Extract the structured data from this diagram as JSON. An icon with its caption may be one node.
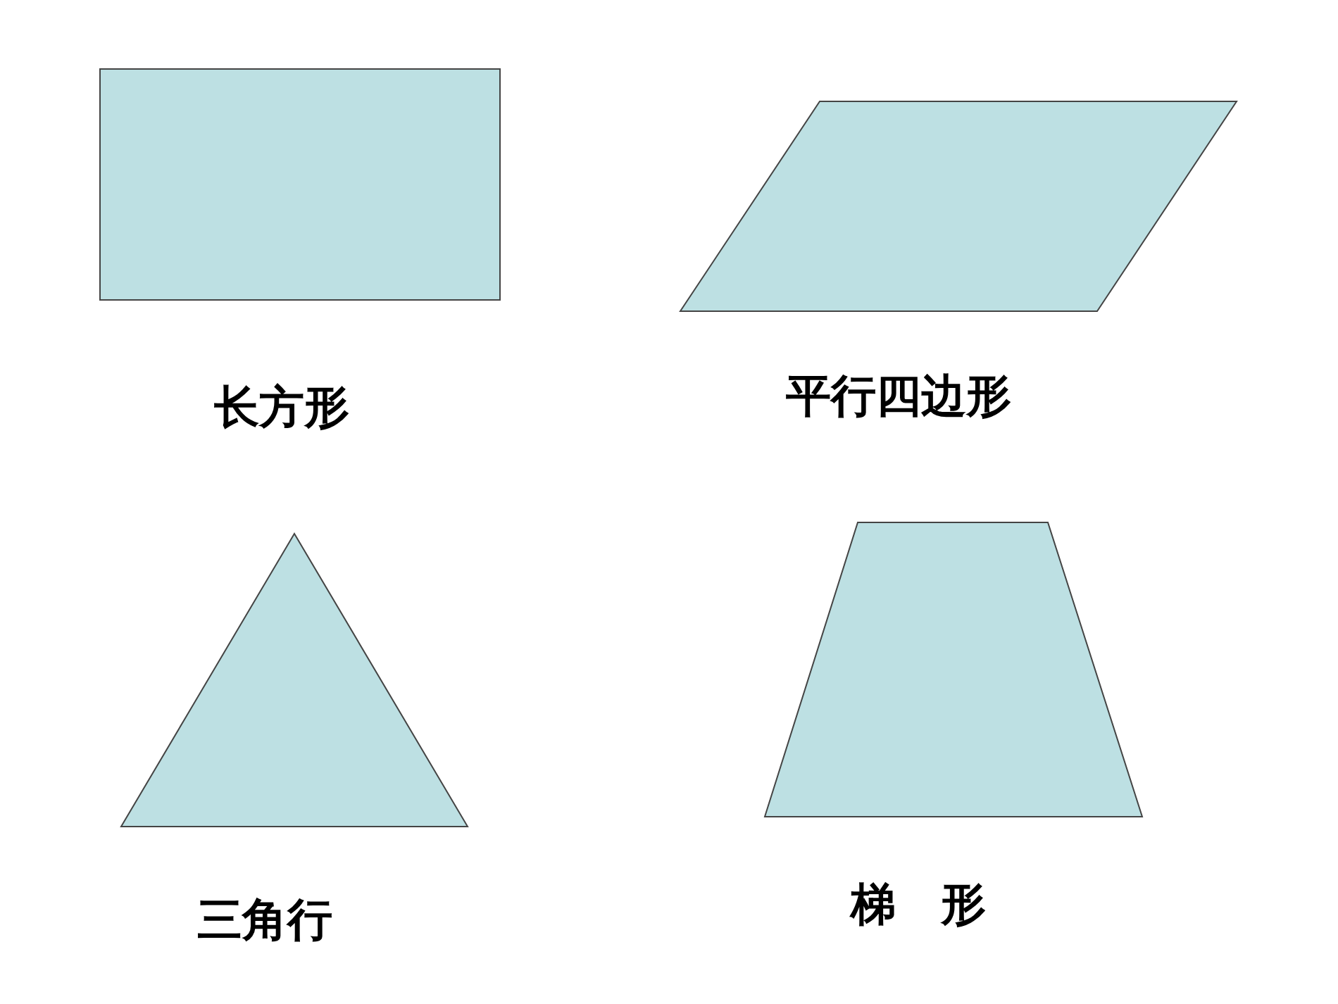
{
  "diagram": {
    "nodes": [
      {
        "text": [
          "长方形"
        ]
      },
      {
        "text": [
          "平行四边形"
        ]
      },
      {
        "text": [
          "三角行"
        ]
      },
      {
        "text": [
          "梯　形"
        ]
      }
    ]
  }
}
